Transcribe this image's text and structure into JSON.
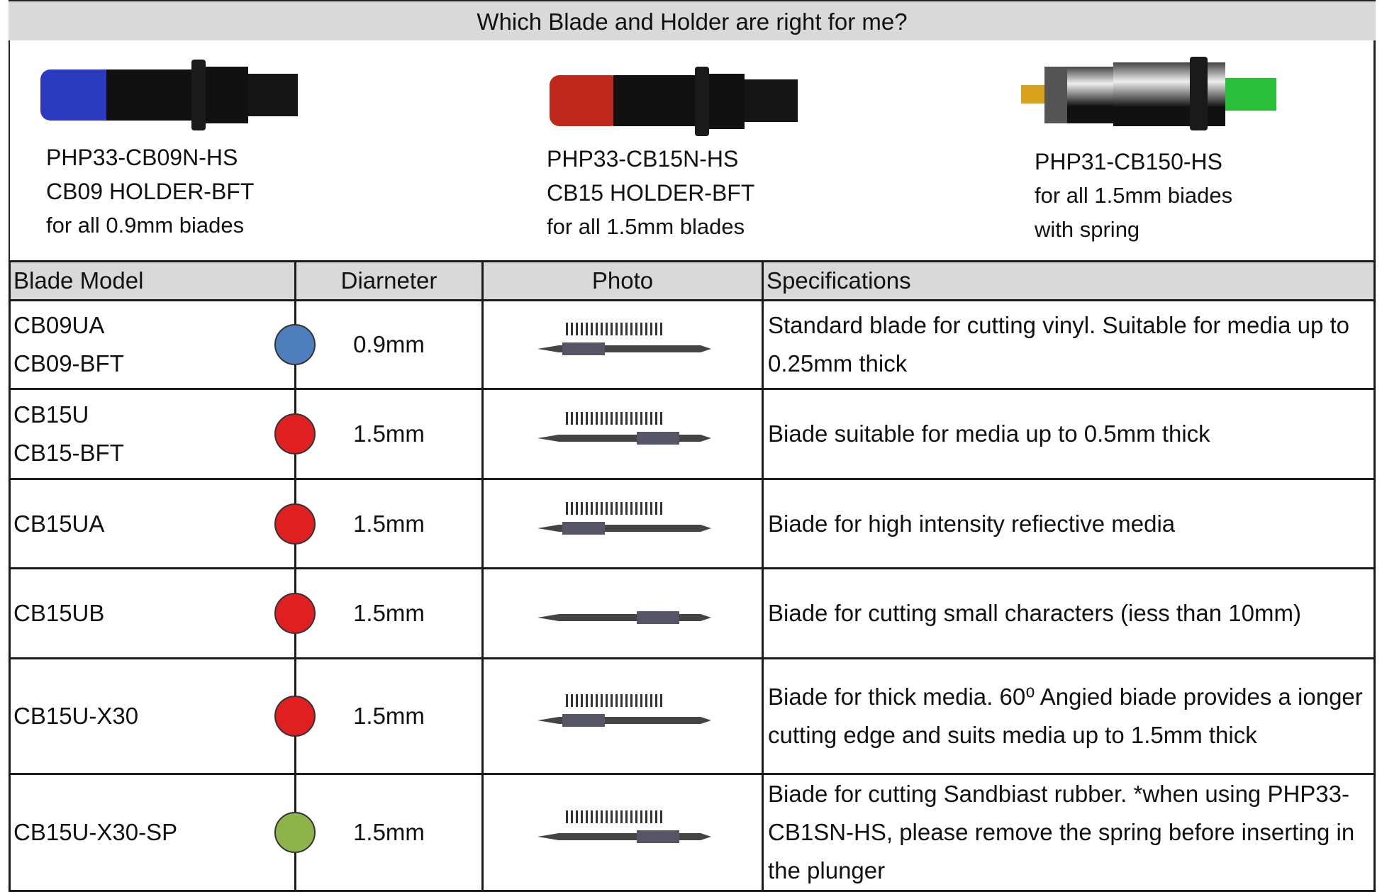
{
  "title": "Which Blade and Holder are right for me?",
  "holders": [
    {
      "model": "PHP33-CB09N-HS",
      "line2": "CB09 HOLDER-BFT",
      "line3": "for all 0.9mm biades",
      "cap_color": "#2a3bbf"
    },
    {
      "model": "PHP33-CB15N-HS",
      "line2": "CB15 HOLDER-BFT",
      "line3": "for all 1.5mm blades",
      "cap_color": "#c0281e"
    },
    {
      "model": "PHP31-CB150-HS",
      "line2": "for all 1.5mm biades",
      "line3": "with spring",
      "cap_color": "#2bbf3a"
    }
  ],
  "table": {
    "headers": [
      "Blade Model",
      "Diarneter",
      "Photo",
      "Specifications"
    ],
    "rows": [
      {
        "model1": "CB09UA",
        "model2": "CB09-BFT",
        "color": "#4d7fbf",
        "diameter": "0.9mm",
        "spec": "Standard blade for cutting vinyl. Suitable for media up to 0.25mm thick"
      },
      {
        "model1": "CB15U",
        "model2": "CB15-BFT",
        "color": "#e02020",
        "diameter": "1.5mm",
        "spec": "Biade suitable for media up to 0.5mm thick"
      },
      {
        "model1": "CB15UA",
        "model2": "",
        "color": "#e02020",
        "diameter": "1.5mm",
        "spec": "Biade for high intensity refiective media"
      },
      {
        "model1": "CB15UB",
        "model2": "",
        "color": "#e02020",
        "diameter": "1.5mm",
        "spec": "Biade for cutting small characters (iess than 10mm)"
      },
      {
        "model1": "CB15U-X30",
        "model2": "",
        "color": "#e02020",
        "diameter": "1.5mm",
        "spec": "Biade for thick media. 60⁰ Angied biade provides a ionger cutting edge and suits media up to 1.5mm thick"
      },
      {
        "model1": "CB15U-X30-SP",
        "model2": "",
        "color": "#8db44a",
        "diameter": "1.5mm",
        "spec": "Biade for cutting Sandbiast rubber. *when using PHP33-CB1SN-HS, please remove the spring before inserting in the plunger"
      }
    ]
  }
}
